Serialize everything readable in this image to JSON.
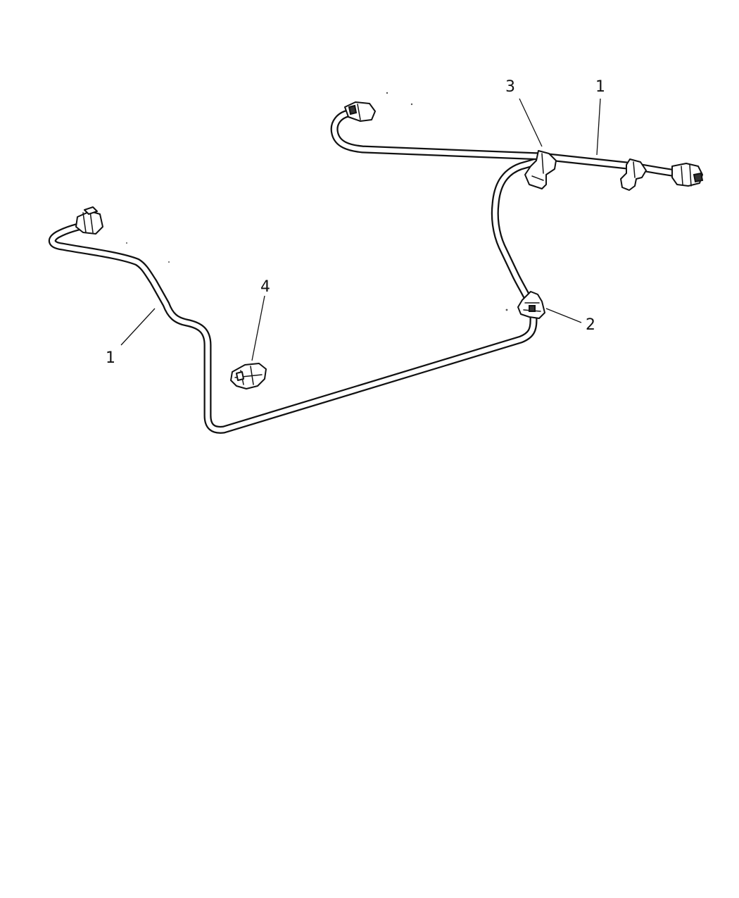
{
  "callouts": [
    {
      "id": "c1a",
      "label": "1"
    },
    {
      "id": "c1b",
      "label": "1"
    },
    {
      "id": "c2",
      "label": "2"
    },
    {
      "id": "c3",
      "label": "3"
    },
    {
      "id": "c4",
      "label": "4"
    }
  ]
}
